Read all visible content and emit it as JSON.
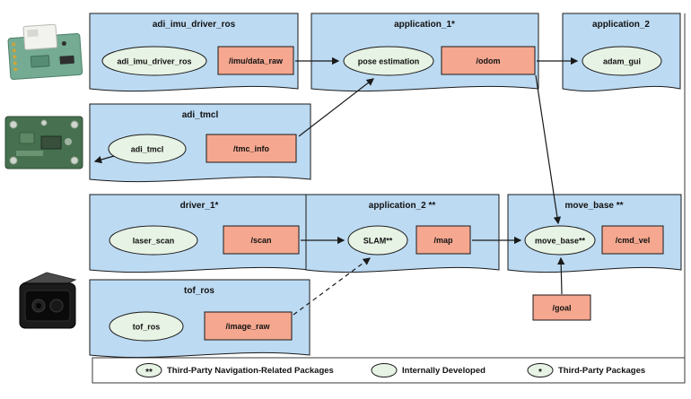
{
  "boxes": {
    "imu": {
      "title": "adi_imu_driver_ros",
      "node": "adi_imu_driver_ros",
      "topic": "/imu/data_raw"
    },
    "app1": {
      "title": "application_1*",
      "node": "pose estimation",
      "topic": "/odom"
    },
    "app2_top": {
      "title": "application_2",
      "node": "adam_gui"
    },
    "tmcl": {
      "title": "adi_tmcl",
      "node": "adi_tmcl",
      "topic": "/tmc_info"
    },
    "driver1": {
      "title": "driver_1*",
      "node": "laser_scan",
      "topic": "/scan"
    },
    "app2_mid": {
      "title": "application_2 **",
      "node": "SLAM**",
      "topic": "/map"
    },
    "movebase": {
      "title": "move_base **",
      "node": "move_base**",
      "topic": "/cmd_vel"
    },
    "tof": {
      "title": "tof_ros",
      "node": "tof_ros",
      "topic": "/image_raw"
    }
  },
  "floating": {
    "goal_topic": "/goal"
  },
  "legend": {
    "nav_symbol": "**",
    "nav_label": "Third-Party Navigation-Related Packages",
    "internal_label": "Internally Developed",
    "thirdparty_symbol": "*",
    "thirdparty_label": "Third-Party Packages"
  },
  "colors": {
    "package_box": "#bcdaf2",
    "node_ellipse": "#e7f3e4",
    "topic_rect": "#f5a78f",
    "outline": "#1a1a1a"
  }
}
